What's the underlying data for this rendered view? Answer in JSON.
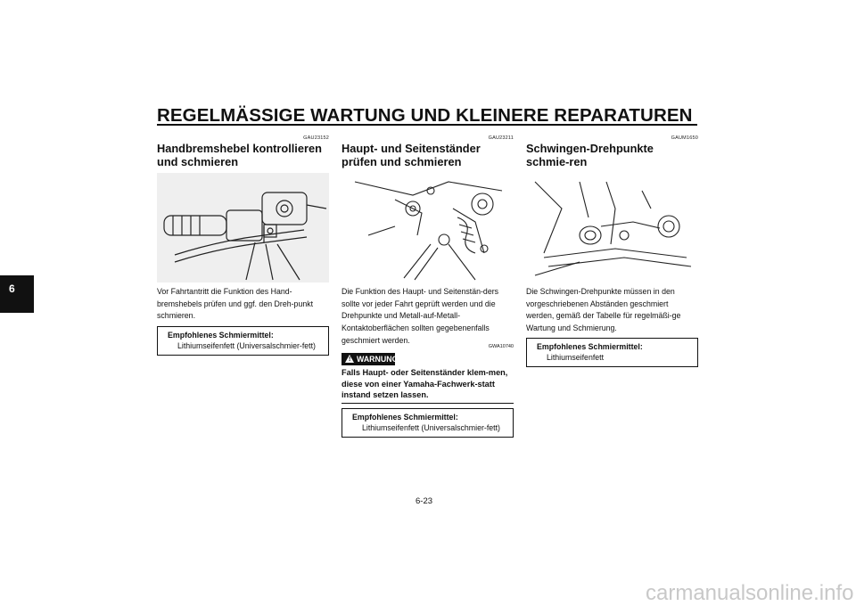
{
  "header": {
    "title": "REGELMÄSSIGE WARTUNG UND KLEINERE REPARATUREN"
  },
  "tab": {
    "number": "6"
  },
  "columns": [
    {
      "code": "GAU23152",
      "heading": "Handbremshebel kontrollieren und schmieren",
      "body": "Vor Fahrtantritt die Funktion des Hand-bremshebels prüfen und ggf. den Dreh-punkt schmieren.",
      "lubricant": {
        "heading": "Empfohlenes Schmiermittel:",
        "value": "Lithiumseifenfett (Universalschmier-fett)"
      }
    },
    {
      "code": "GAU23211",
      "heading": "Haupt- und Seitenständer prüfen und schmieren",
      "body": "Die Funktion des Haupt- und Seitenstän-ders sollte vor jeder Fahrt geprüft werden und die Drehpunkte und Metall-auf-Metall-Kontaktoberflächen sollten gegebenenfalls geschmiert werden.",
      "warning": {
        "code": "GWA10740",
        "label": "WARNUNG",
        "text": "Falls Haupt- oder Seitenständer klem-men, diese von einer Yamaha-Fachwerk-statt instand setzen lassen."
      },
      "lubricant": {
        "heading": "Empfohlenes Schmiermittel:",
        "value": "Lithiumseifenfett (Universalschmier-fett)"
      }
    },
    {
      "code": "GAUM1650",
      "heading": "Schwingen-Drehpunkte schmie-ren",
      "body": "Die Schwingen-Drehpunkte müssen in den vorgeschriebenen Abständen geschmiert werden, gemäß der Tabelle für regelmäßi-ge Wartung und Schmierung.",
      "lubricant": {
        "heading": "Empfohlenes Schmiermittel:",
        "value": "Lithiumseifenfett"
      }
    }
  ],
  "footer": {
    "page_number": "6-23"
  },
  "watermark": "carmanualsonline.info"
}
